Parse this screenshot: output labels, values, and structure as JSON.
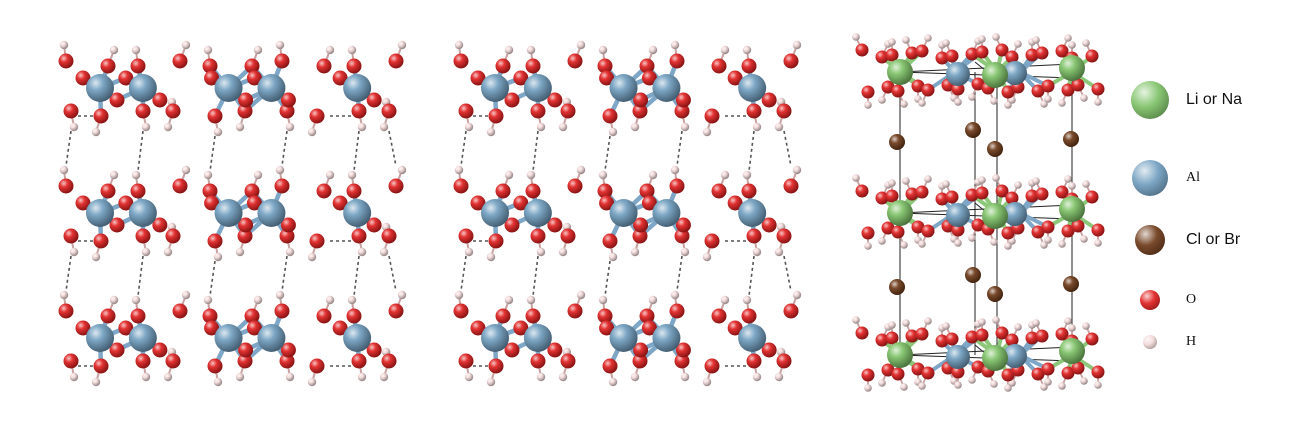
{
  "colors": {
    "al": "#6f9dbf",
    "o": "#e01b1b",
    "h": "#f2d8d8",
    "li_na": "#7cc164",
    "cl_br": "#6b3614",
    "bond": "#7ea6c6",
    "hbond": "#555555",
    "cell": "#222222"
  },
  "panels": [
    {
      "name": "panel-left",
      "description": "layered Al(OH)3 slabs with hydrogen bonds"
    },
    {
      "name": "panel-middle",
      "description": "layered Al(OH)3 slabs with hydrogen bonds"
    },
    {
      "name": "panel-right",
      "description": "LDH unit cell with intercalated halide anions"
    }
  ],
  "legend": [
    {
      "key": "li_na",
      "icon": "green-sphere-icon",
      "label": "Li or Na",
      "font": "sans"
    },
    {
      "key": "al",
      "icon": "blue-sphere-icon",
      "label": "Al",
      "font": "serif"
    },
    {
      "key": "cl_br",
      "icon": "brown-sphere-icon",
      "label": "Cl or Br",
      "font": "sans"
    },
    {
      "key": "o",
      "icon": "red-sphere-icon",
      "label": "O",
      "font": "serif"
    },
    {
      "key": "h",
      "icon": "pink-sphere-icon",
      "label": "H",
      "font": "serif"
    }
  ]
}
